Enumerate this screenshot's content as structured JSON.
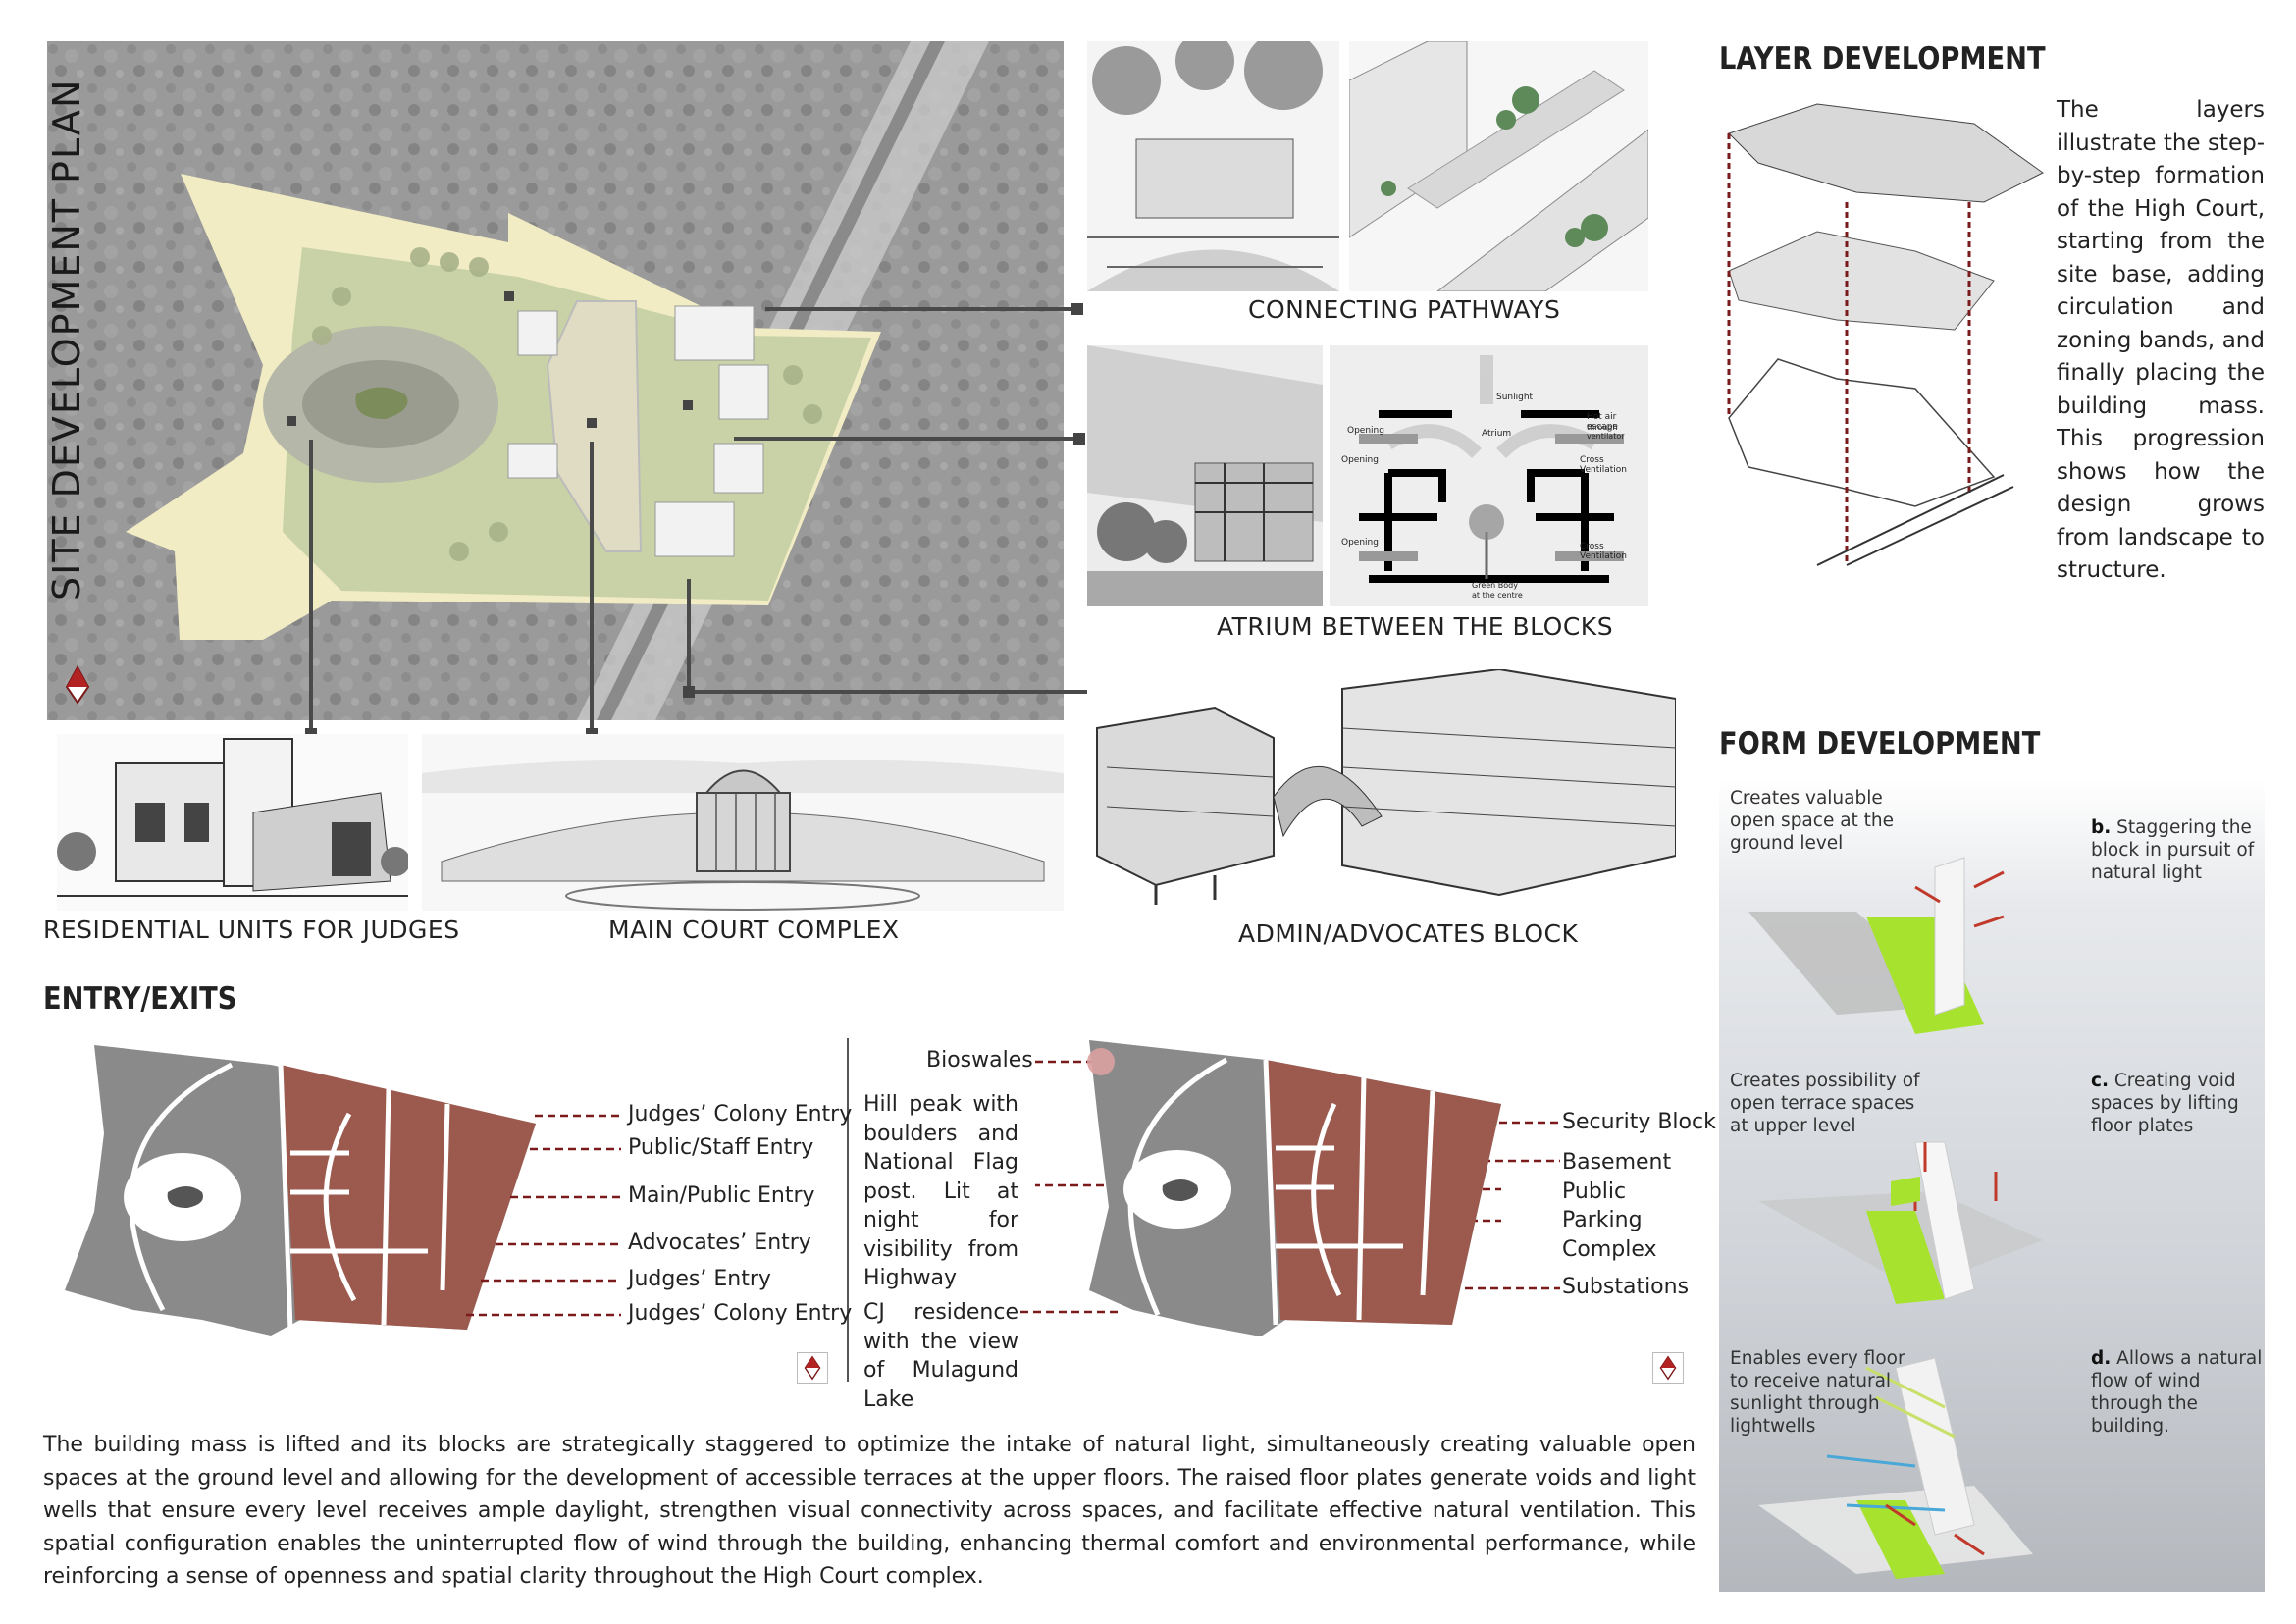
{
  "site_plan": {
    "title": "SITE DEVELOPMENT PLAN"
  },
  "captions": {
    "connecting_pathways": "CONNECTING PATHWAYS",
    "atrium": "ATRIUM BETWEEN THE BLOCKS",
    "residential": "RESIDENTIAL UNITS FOR JUDGES",
    "main_court": "MAIN COURT COMPLEX",
    "admin": "ADMIN/ADVOCATES BLOCK"
  },
  "atrium_diagram": {
    "sunlight": "Sunlight",
    "hot_air": "Hot air escape",
    "through_vent": "through ventilator",
    "atrium": "Atrium",
    "opening1": "Opening",
    "opening2": "Opening",
    "opening3": "Opening",
    "cross1": "Cross Ventilation",
    "cross2": "Cross Ventilation",
    "green_body": "Green Body",
    "at_centre": "at the centre"
  },
  "layer_development": {
    "heading": "LAYER DEVELOPMENT",
    "text": "The layers illustrate the step-by-step formation of the High Court, starting from the site base, adding circulation and zoning bands, and finally placing the building mass. This progression shows how the design grows from landscape to structure."
  },
  "form_development": {
    "heading": "FORM DEVELOPMENT",
    "notes": [
      {
        "id": "a",
        "text": "Creates valuable open space at the ground level"
      },
      {
        "id": "b_label",
        "text": "b.",
        "rest": " Staggering the block in pursuit of natural light"
      },
      {
        "id": "c0",
        "text": "Creates possibility of open terrace spaces at upper level"
      },
      {
        "id": "c_label",
        "text": "c.",
        "rest": " Creating void spaces by lifting floor plates"
      },
      {
        "id": "d0",
        "text": "Enables every floor to receive natural sunlight through lightwells"
      },
      {
        "id": "d_label",
        "text": "d.",
        "rest": " Allows a natural flow of wind through the building."
      }
    ]
  },
  "entry_exits": {
    "heading": "ENTRY/EXITS",
    "labels": [
      "Judges’ Colony Entry",
      "Public/Staff Entry",
      "Main/Public Entry",
      "Advocates’ Entry",
      "Judges’ Entry",
      "Judges’ Colony Entry"
    ]
  },
  "features": {
    "bioswales": "Bioswales",
    "hill": "Hill peak with boulders and National Flag post. Lit at night for visibility from Highway",
    "cj": "CJ residence with the view of Mulagund Lake",
    "security": "Security Block",
    "parking": "Basement Public Parking Complex",
    "substations": "Substations"
  },
  "description": "The building mass is lifted and its blocks are strategically staggered to optimize the intake of natural light, simultaneously creating valuable open spaces at the ground level and allowing for the development of accessible terraces at the upper floors. The raised floor plates generate voids and light wells that ensure every level receives ample daylight, strengthen visual connectivity across spaces, and facilitate effective natural ventilation. This spatial configuration enables the uninterrupted flow of wind through the building, enhancing thermal comfort and environmental performance, while reinforcing a sense of openness and spatial clarity throughout the High Court complex.",
  "colors": {
    "maroon": "#7a1a1a",
    "brown_zone": "#9c5a4f",
    "grey_zone": "#8a8a8a",
    "site_green": "#c9d2a6",
    "site_yellow": "#f1ecc4",
    "lime": "#a6e22e"
  }
}
